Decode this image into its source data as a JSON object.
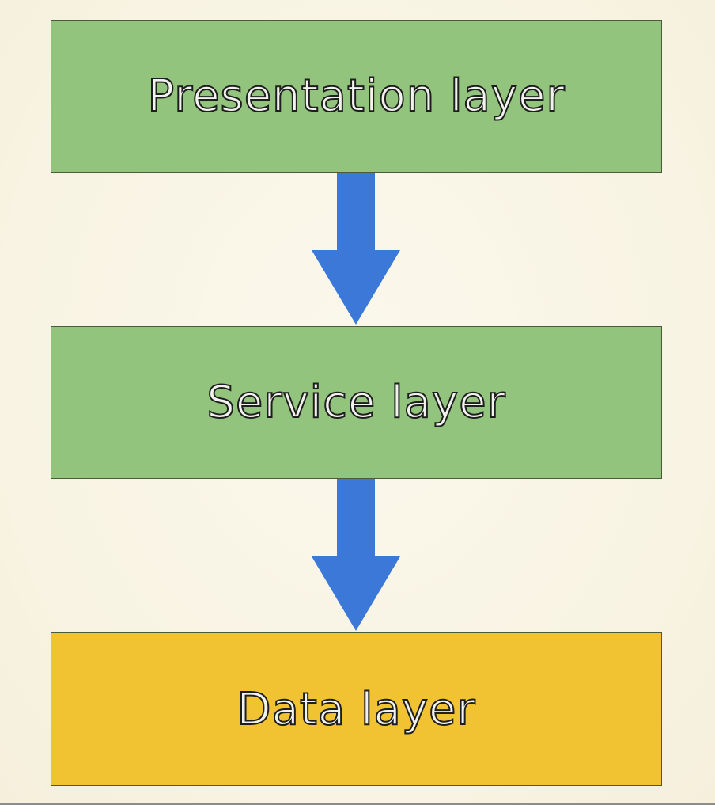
{
  "colors": {
    "presentation_fill": "#93c47d",
    "service_fill": "#93c47d",
    "data_fill": "#f1c232",
    "arrow": "#3c78d8"
  },
  "layers": {
    "presentation": {
      "label": "Presentation layer"
    },
    "service": {
      "label": "Service layer"
    },
    "data": {
      "label": "Data layer"
    }
  }
}
